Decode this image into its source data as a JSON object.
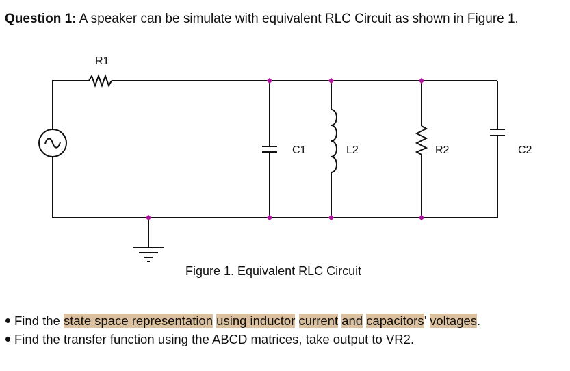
{
  "question": {
    "label": "Question 1:",
    "text": " A speaker can be simulate with equivalent RLC Circuit as shown in Figure 1."
  },
  "figure": {
    "caption": "Figure 1.  Equivalent RLC Circuit",
    "components": {
      "r1": "R1",
      "c1": "C1",
      "l2": "L2",
      "r2": "R2",
      "c2": "C2"
    },
    "source_icon": "ac-voltage-source-icon",
    "ground_icon": "ground-icon",
    "node_color": "#b0139c",
    "wire_color": "#111111"
  },
  "tasks": [
    {
      "parts": [
        {
          "text": "Find the ",
          "highlight": false
        },
        {
          "text": "state space representation",
          "highlight": true
        },
        {
          "text": " ",
          "highlight": false
        },
        {
          "text": "using inductor",
          "highlight": true
        },
        {
          "text": " ",
          "highlight": false
        },
        {
          "text": "current",
          "highlight": true
        },
        {
          "text": " ",
          "highlight": false
        },
        {
          "text": "and",
          "highlight": true
        },
        {
          "text": " ",
          "highlight": false
        },
        {
          "text": "capacitors",
          "highlight": true
        },
        {
          "text": "’ ",
          "highlight": false
        },
        {
          "text": "voltages",
          "highlight": true
        },
        {
          "text": ".",
          "highlight": false
        }
      ]
    },
    {
      "parts": [
        {
          "text": "Find the transfer function using the ABCD matrices, take output to VR2.",
          "highlight": false
        }
      ]
    }
  ],
  "highlight_color": "#dcc1a0"
}
